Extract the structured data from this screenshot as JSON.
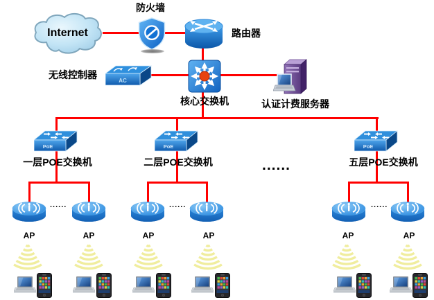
{
  "diagram": {
    "internet_label": "Internet",
    "firewall": {
      "label": "防火墙"
    },
    "router": {
      "label": "路由器"
    },
    "wireless_controller": {
      "label": "无线控制器",
      "badge": "AC"
    },
    "core_switch": {
      "label": "核心交换机"
    },
    "auth_server": {
      "label": "认证计费服务器"
    },
    "poe_switches": [
      {
        "label": "一层POE交换机",
        "badge": "PoE"
      },
      {
        "label": "二层POE交换机",
        "badge": "PoE"
      },
      {
        "label": "五层POE交换机",
        "badge": "PoE"
      }
    ],
    "switch_ellipsis": "......",
    "ap_ellipsis": "......",
    "ap_label": "AP",
    "colors": {
      "link_red": "#FF0000",
      "wifi_yellow": "#F0ED9E",
      "device_blue": "#1C78D0",
      "server_purple": "#7B5CA0",
      "cloud_blue": "#BFE3F5"
    }
  }
}
